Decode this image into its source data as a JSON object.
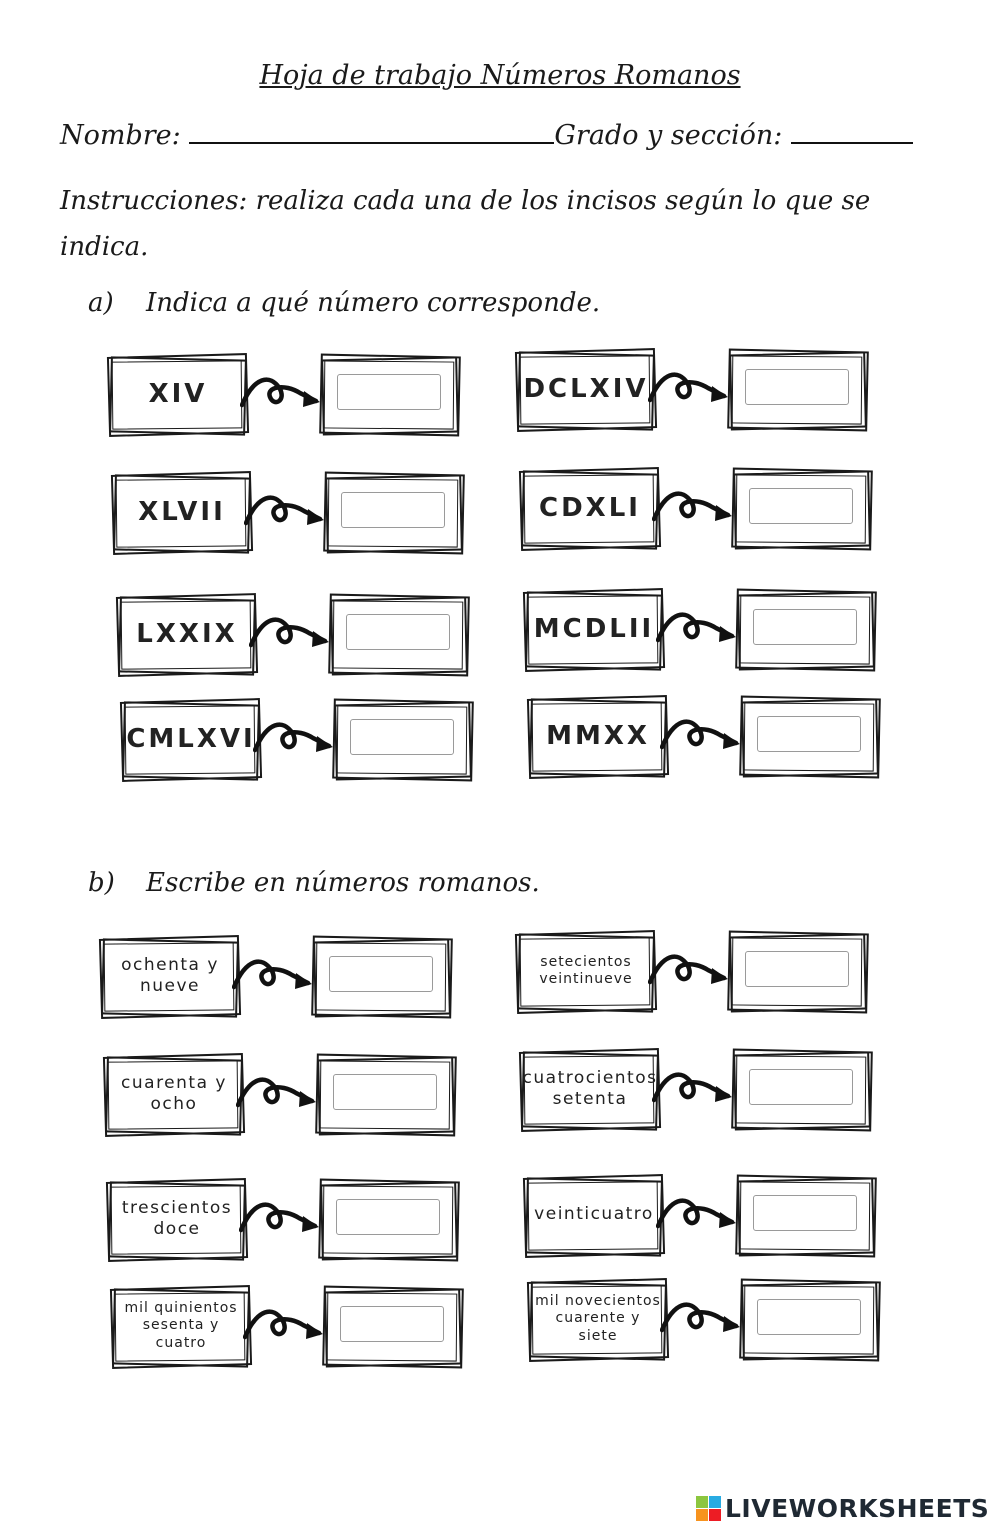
{
  "header": {
    "title": "Hoja de trabajo Números Romanos",
    "name_label": "Nombre:",
    "grade_label": "Grado y sección:"
  },
  "instructions": "Instrucciones: realiza cada una de los incisos según lo que se indica.",
  "section_a": {
    "letter": "a)",
    "title": "Indica a qué número corresponde.",
    "items": [
      {
        "label": "XIV"
      },
      {
        "label": "DCLXIV"
      },
      {
        "label": "XLVII"
      },
      {
        "label": "CDXLI"
      },
      {
        "label": "LXXIX"
      },
      {
        "label": "MCDLII"
      },
      {
        "label": "CMLXVI"
      },
      {
        "label": "MMXX"
      }
    ]
  },
  "section_b": {
    "letter": "b)",
    "title": "Escribe en números romanos.",
    "items": [
      {
        "label": "ochenta y nueve"
      },
      {
        "label": "setecientos veintinueve"
      },
      {
        "label": "cuarenta y ocho"
      },
      {
        "label": "cuatrocientos setenta"
      },
      {
        "label": "trescientos doce"
      },
      {
        "label": "veinticuatro"
      },
      {
        "label": "mil quinientos sesenta y cuatro"
      },
      {
        "label": "mil novecientos cuarente y siete"
      }
    ]
  },
  "footer": {
    "brand": "LIVEWORKSHEETS",
    "logo_colors": [
      "#8cc63f",
      "#29abe2",
      "#f7931e",
      "#ed1c24"
    ]
  }
}
